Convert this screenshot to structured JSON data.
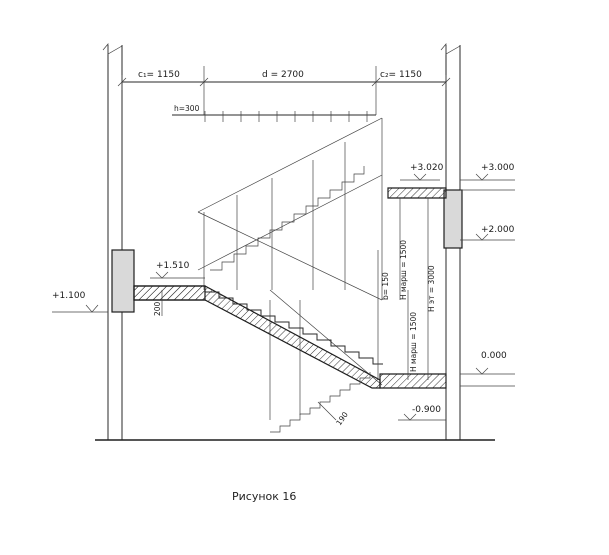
{
  "dimensions": {
    "c1": "c₁= 1150",
    "d": "d = 2700",
    "c2": "c₂= 1150",
    "h": "h=300",
    "b": "b= 150",
    "t": "190",
    "slab": "200"
  },
  "levels": {
    "left_landing": "+1.100",
    "mid_landing": "+1.510",
    "top_landing": "+3.020",
    "right_upper": "+3.000",
    "right_mid": "+2.000",
    "right_floor": "0.000",
    "bottom": "-0.900"
  },
  "heights": {
    "h_marsh_upper": "H марш = 1500",
    "h_marsh_lower": "H марш = 1500",
    "h_et": "H эт = 3000"
  },
  "caption": "Рисунок 16"
}
